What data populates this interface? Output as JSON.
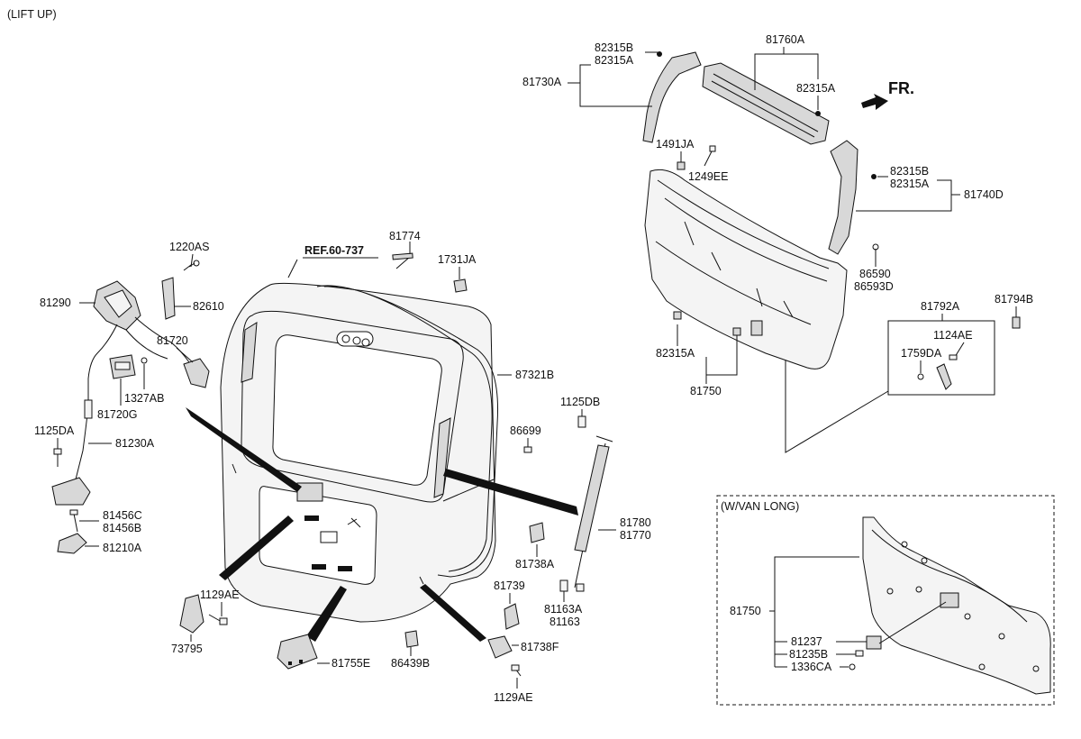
{
  "header": {
    "lift_up": "(LIFT UP)"
  },
  "references": {
    "ref": "REF.60-737",
    "front": "FR."
  },
  "inset": {
    "title": "(W/VAN LONG)"
  },
  "labels": {
    "p82315B_a": "82315B",
    "p82315A_a": "82315A",
    "p81730A": "81730A",
    "p81760A": "81760A",
    "p82315A_b": "82315A",
    "p1491JA": "1491JA",
    "p1249EE": "1249EE",
    "p82315B_c": "82315B",
    "p82315A_c": "82315A",
    "p81740D": "81740D",
    "p86590": "86590",
    "p86593D": "86593D",
    "p82315A_d": "82315A",
    "p81750": "81750",
    "p81792A": "81792A",
    "p81794B": "81794B",
    "p1124AE": "1124AE",
    "p1759DA": "1759DA",
    "p1220AS": "1220AS",
    "p81290": "81290",
    "p82610": "82610",
    "p81720": "81720",
    "p1327AB": "1327AB",
    "p81720G": "81720G",
    "p1125DA": "1125DA",
    "p81230A": "81230A",
    "p81456C": "81456C",
    "p81456B": "81456B",
    "p81210A": "81210A",
    "p81774": "81774",
    "p1731JA": "1731JA",
    "p87321B": "87321B",
    "p1125DB": "1125DB",
    "p86699": "86699",
    "p81780": "81780",
    "p81770": "81770",
    "p81738A": "81738A",
    "p81739": "81739",
    "p81163A": "81163A",
    "p81163": "81163",
    "p81738F": "81738F",
    "p1129AE_b": "1129AE",
    "p1129AE_a": "1129AE",
    "p73795": "73795",
    "p81755E": "81755E",
    "p86439B": "86439B",
    "i81750": "81750",
    "i81237": "81237",
    "i81235B": "81235B",
    "i1336CA": "1336CA"
  }
}
